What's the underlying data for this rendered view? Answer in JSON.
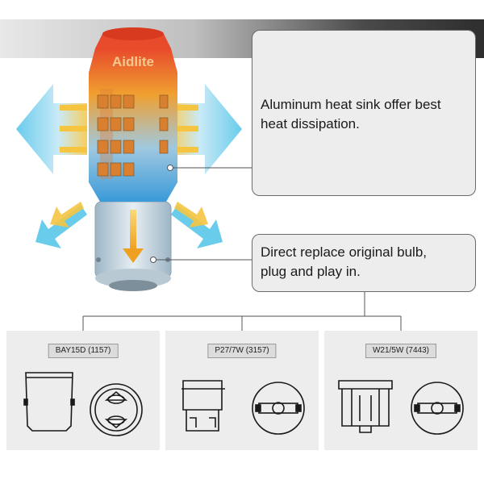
{
  "brand": {
    "logo_text": "Aidlite"
  },
  "callouts": {
    "heat_sink": {
      "line1": "Aluminum heat sink offer best",
      "line2": "heat dissipation."
    },
    "plug_play": {
      "line1": "Direct replace original bulb,",
      "line2": "plug and play in."
    }
  },
  "bases": [
    {
      "label": "BAY15D (1157)"
    },
    {
      "label": "P27/7W (3157)"
    },
    {
      "label": "W21/5W (7443)"
    }
  ],
  "colors": {
    "bulb_top": "#e84a2c",
    "bulb_mid": "#f0a030",
    "bulb_bottom": "#3a9ad9",
    "arrow_blue": "#4fc3e8",
    "arrow_yellow": "#f5c542"
  }
}
